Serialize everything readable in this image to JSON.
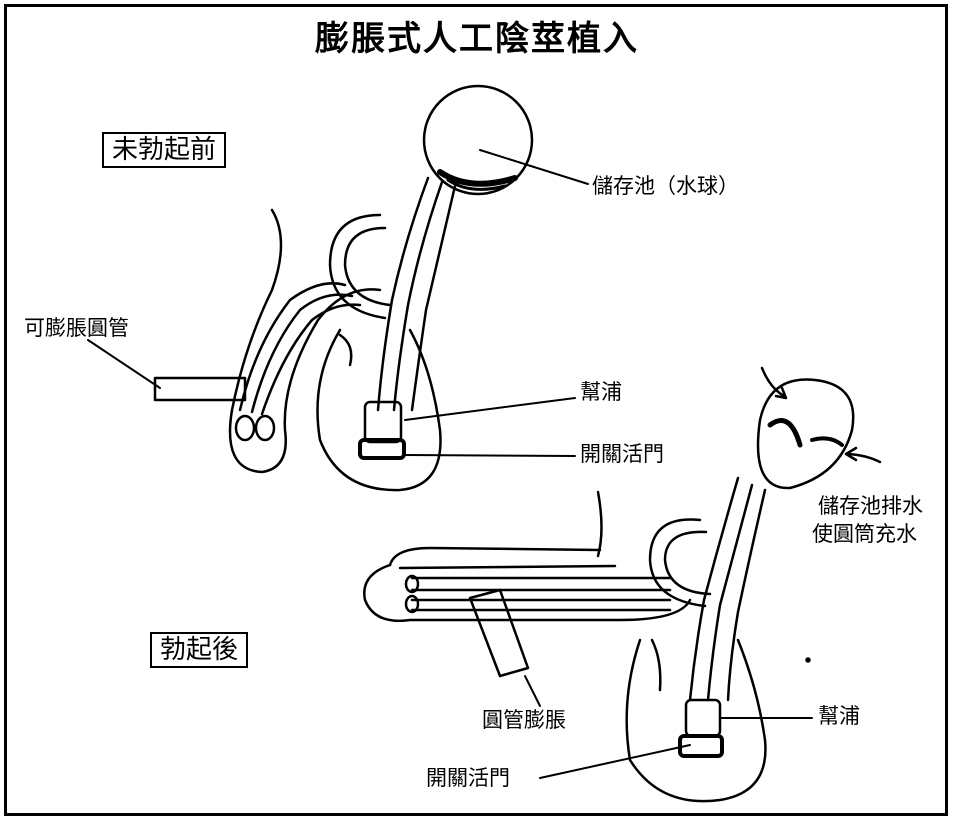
{
  "title": "膨脹式人工陰莖植入",
  "before": {
    "state_label": "未勃起前",
    "labels": {
      "reservoir": "儲存池（水球）",
      "cylinder": "可膨脹圓管",
      "pump": "幫浦",
      "valve": "開關活門"
    }
  },
  "after": {
    "state_label": "勃起後",
    "labels": {
      "reservoir_action_line1": "儲存池排水",
      "reservoir_action_line2": "使圓筒充水",
      "cylinder_inflated": "圓管膨脹",
      "pump": "幫浦",
      "valve": "開關活門"
    }
  },
  "colors": {
    "ink": "#000000",
    "paper": "#ffffff"
  }
}
